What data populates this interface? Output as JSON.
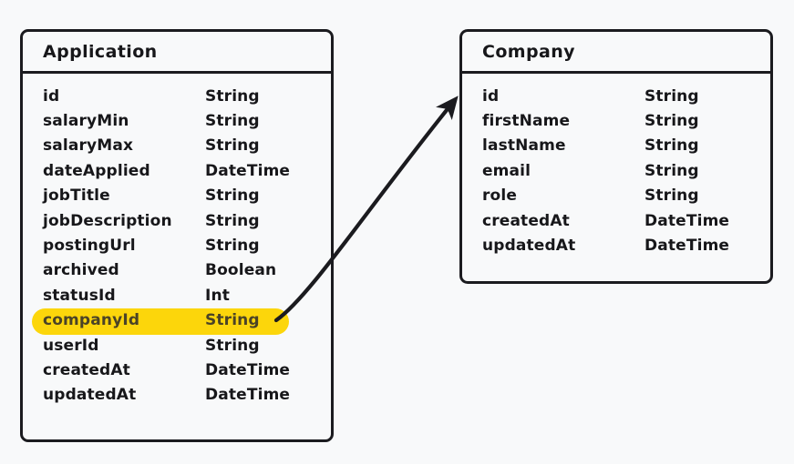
{
  "diagram": {
    "type": "entity-relationship-diagram",
    "background_color": "#f8f9fa",
    "border_color": "#1b1b1f",
    "text_color": "#17171a",
    "highlight_color": "#fcd60b",
    "entities": [
      {
        "id": "application",
        "title": "Application",
        "fields": [
          {
            "name": "id",
            "type": "String",
            "highlighted": false
          },
          {
            "name": "salaryMin",
            "type": "String",
            "highlighted": false
          },
          {
            "name": "salaryMax",
            "type": "String",
            "highlighted": false
          },
          {
            "name": "dateApplied",
            "type": "DateTime",
            "highlighted": false
          },
          {
            "name": "jobTitle",
            "type": "String",
            "highlighted": false
          },
          {
            "name": "jobDescription",
            "type": "String",
            "highlighted": false
          },
          {
            "name": "postingUrl",
            "type": "String",
            "highlighted": false
          },
          {
            "name": "archived",
            "type": "Boolean",
            "highlighted": false
          },
          {
            "name": "statusId",
            "type": "Int",
            "highlighted": false
          },
          {
            "name": "companyId",
            "type": "String",
            "highlighted": true
          },
          {
            "name": "userId",
            "type": "String",
            "highlighted": false
          },
          {
            "name": "createdAt",
            "type": "DateTime",
            "highlighted": false
          },
          {
            "name": "updatedAt",
            "type": "DateTime",
            "highlighted": false
          }
        ]
      },
      {
        "id": "company",
        "title": "Company",
        "fields": [
          {
            "name": "id",
            "type": "String",
            "highlighted": false
          },
          {
            "name": "firstName",
            "type": "String",
            "highlighted": false
          },
          {
            "name": "lastName",
            "type": "String",
            "highlighted": false
          },
          {
            "name": "email",
            "type": "String",
            "highlighted": false
          },
          {
            "name": "role",
            "type": "String",
            "highlighted": false
          },
          {
            "name": "createdAt",
            "type": "DateTime",
            "highlighted": false
          },
          {
            "name": "updatedAt",
            "type": "DateTime",
            "highlighted": false
          }
        ]
      }
    ],
    "relationships": [
      {
        "id": "companyId-to-company",
        "from_entity": "application",
        "from_field": "companyId",
        "to_entity": "company",
        "arrow": "single-headed",
        "color": "#1b1b1f"
      }
    ]
  }
}
